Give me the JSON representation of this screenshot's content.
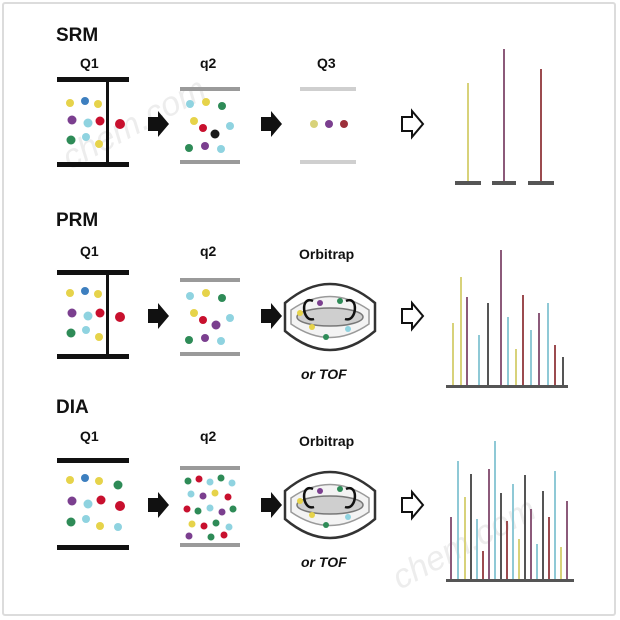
{
  "sections": [
    {
      "title": "SRM",
      "stage1": "Q1",
      "stage2": "q2",
      "stage3": "Q3",
      "stage3_sub": ""
    },
    {
      "title": "PRM",
      "stage1": "Q1",
      "stage2": "q2",
      "stage3": "Orbitrap",
      "stage3_sub": "or TOF"
    },
    {
      "title": "DIA",
      "stage1": "Q1",
      "stage2": "q2",
      "stage3": "Orbitrap",
      "stage3_sub": "or TOF"
    }
  ],
  "watermark": "chem.com",
  "colors": {
    "dark_bar": "#111111",
    "grey_bar": "#9a9a9a",
    "light_bar": "#cfcfcf",
    "ion_palette": [
      "#7b3f8f",
      "#c8102e",
      "#2e8b57",
      "#8fd3e0",
      "#e6d34a",
      "#3d7fbf",
      "#1a1a1a"
    ],
    "peak_palette": [
      "#d8d27a",
      "#8c5a7a",
      "#9c4b4f",
      "#8fc9d6",
      "#555555"
    ]
  },
  "icons": {
    "arrow": "filled-arrow-icon",
    "result_arrow": "outline-arrow-icon",
    "orbitrap": "orbitrap-icon"
  }
}
